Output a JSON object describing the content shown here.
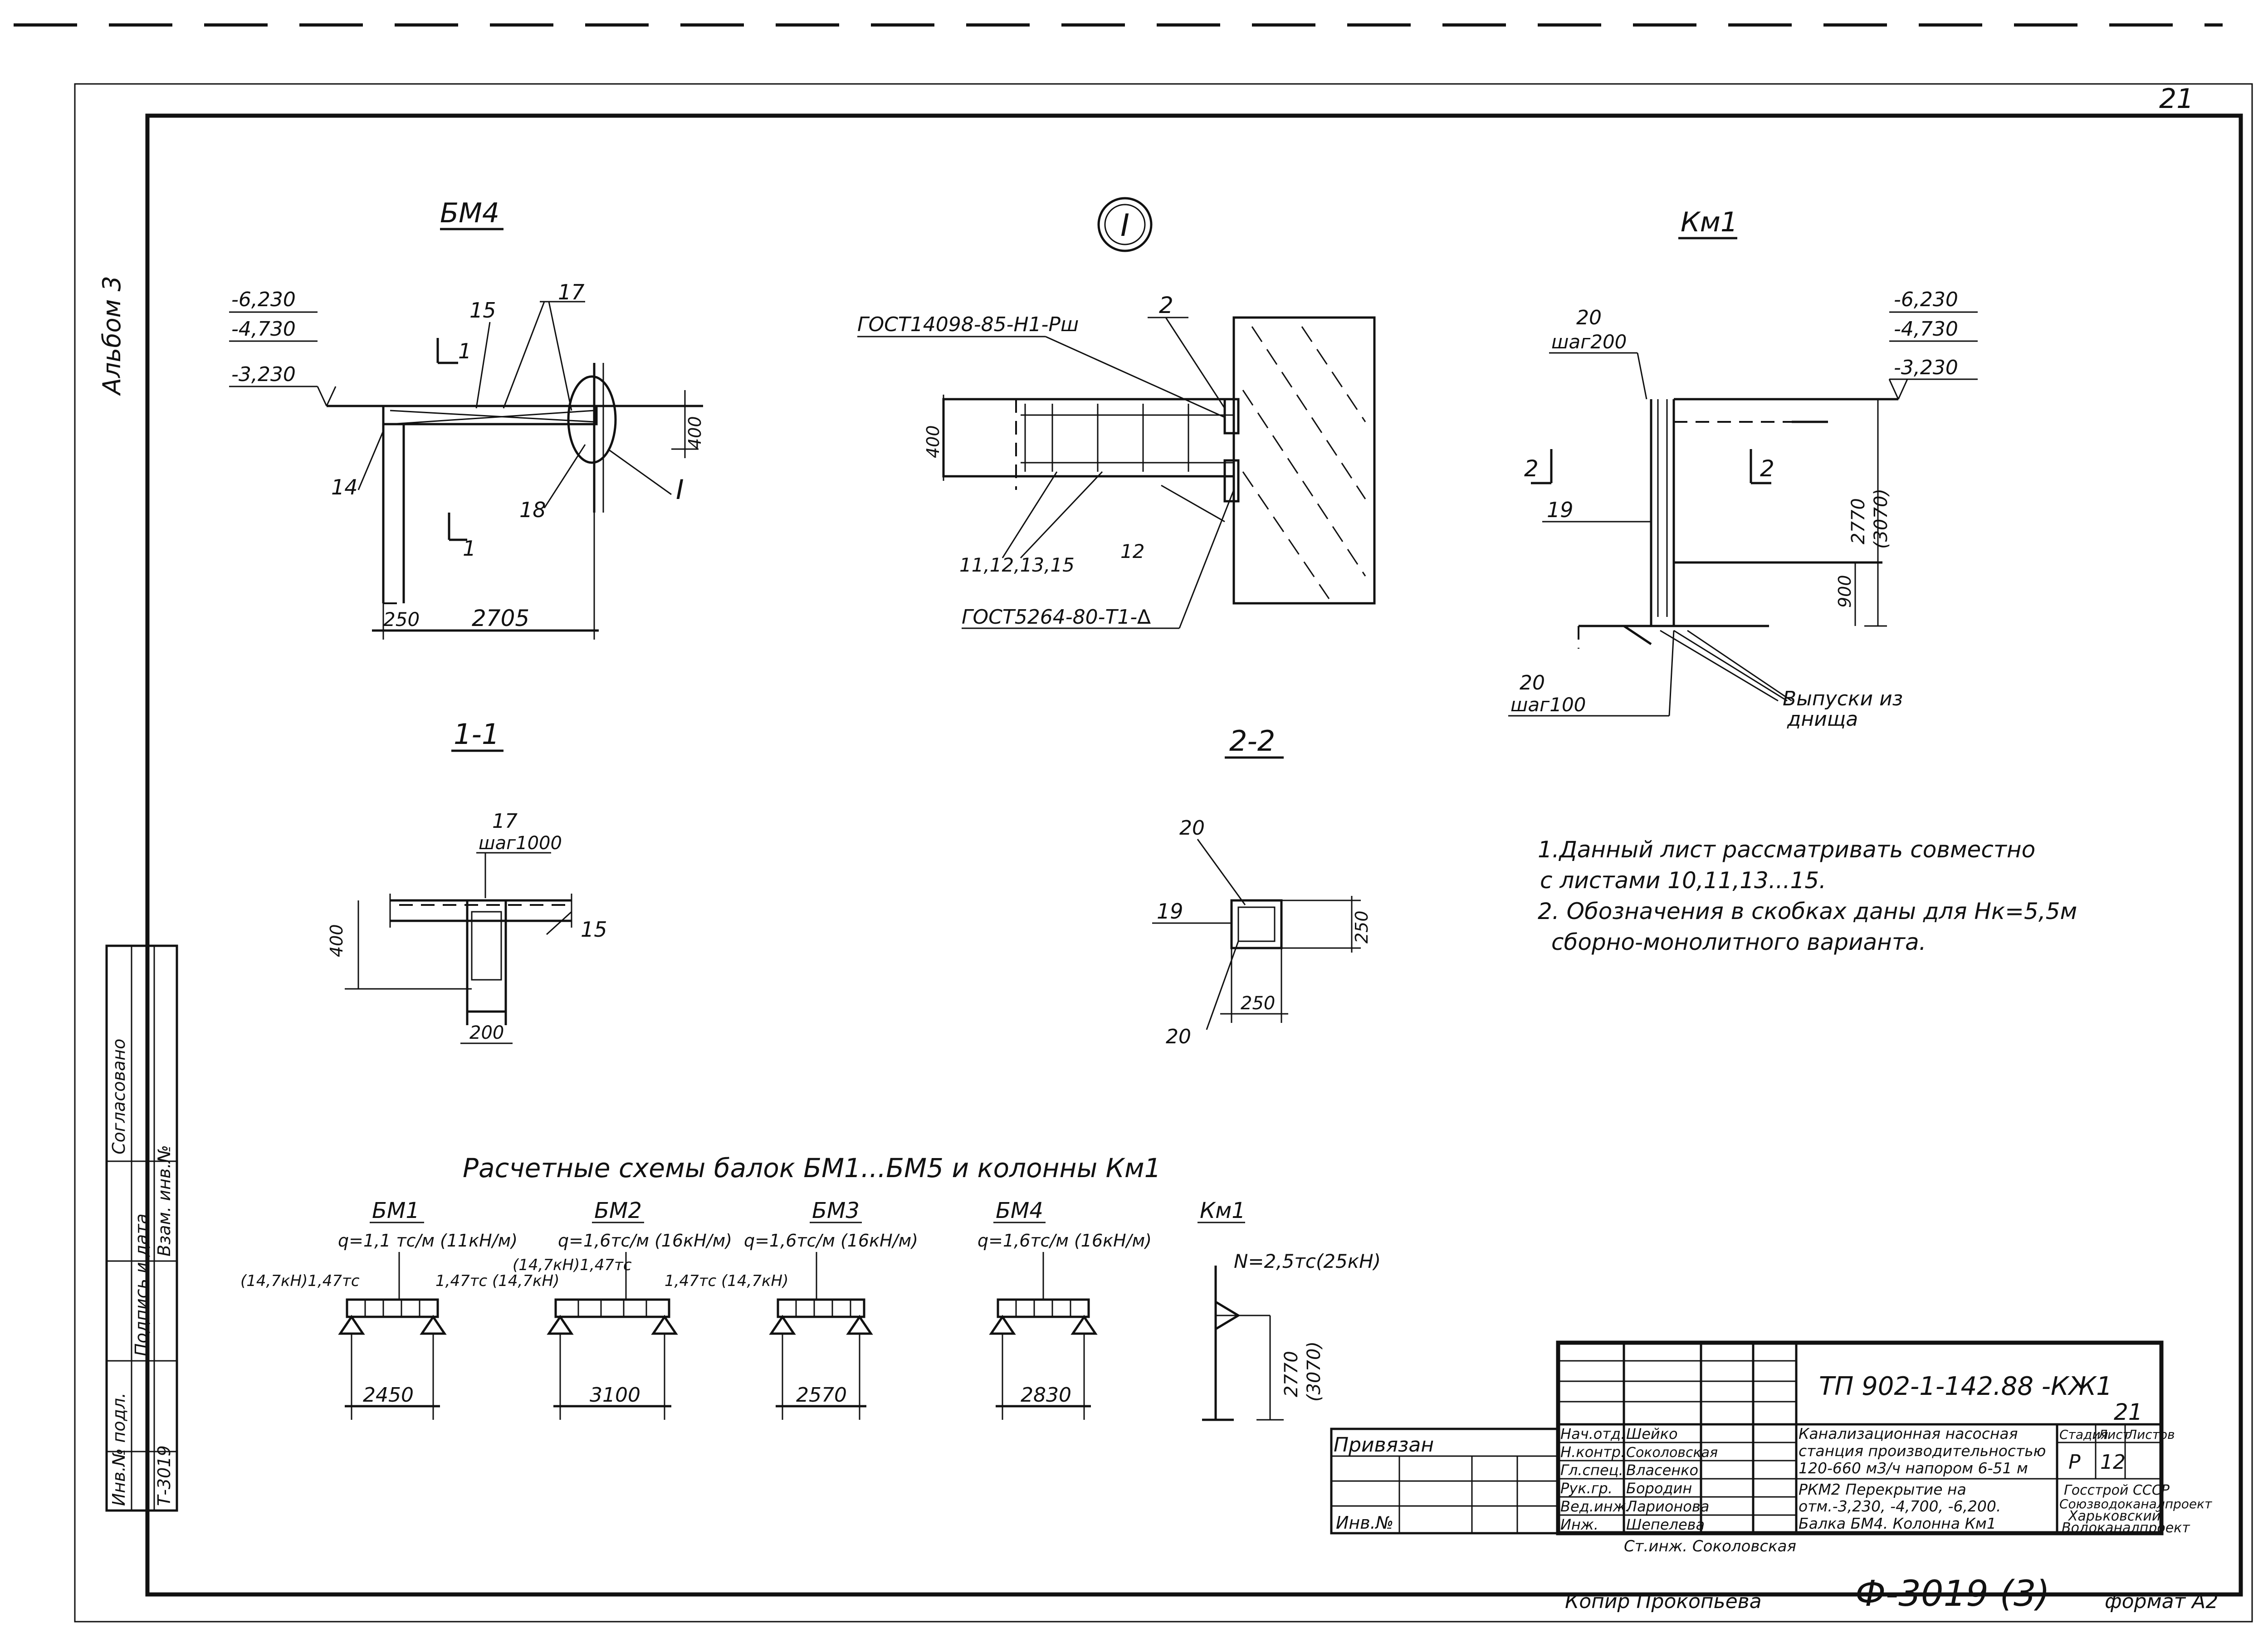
{
  "title_block": {
    "code": "ТП 902-1-142.88 -КЖ1",
    "sheet_mark": "21",
    "privyazan": "Привязан",
    "inv": "Инв.№",
    "roles": [
      "Нач.отд.",
      "Н.контр.",
      "Гл.спец.",
      "Рук.гр.",
      "Вед.инж.",
      "Инж."
    ],
    "names": [
      "Шейко",
      "Соколовская",
      "Власенко",
      "Бородин",
      "Ларионова",
      "Шепелева"
    ],
    "object_line1": "Канализационная насосная",
    "object_line2": "станция производительностью",
    "object_line3": "120-660 м3/ч напором 6-51 м",
    "sheet_title_line1": "РКМ2 Перекрытие на",
    "sheet_title_line2": "отм.-3,230, -4,700, -6,200.",
    "sheet_title_line3": "Балка БМ4. Колонна Км1",
    "stage_header": "Стадия",
    "sheet_header": "Лист",
    "sheets_header": "Листов",
    "stage": "Р",
    "sheet": "12",
    "org_line1": "Госстрой СССР",
    "org_line2": "Союзводоканалпроект",
    "org_line3": "Харьковский",
    "org_line4": "Водоканалпроект",
    "chief_eng": "Ст.инж. Соколовская",
    "copier": "Копир Прокопьева",
    "archive_no": "Ф-3019 (3)",
    "format": "формат А2"
  },
  "side_stamp": {
    "album": "Альбом 3",
    "soglasovano": "Согласовано",
    "inv_podl": "Инв.№ подл.",
    "podpis": "Подпись и дата",
    "vzam": "Взам. инв.№",
    "inv_no": "Т-3019"
  },
  "marker_I": "I",
  "bm4": {
    "title": "БМ4",
    "elev1": "-6,230",
    "elev2": "-4,730",
    "elev3": "-3,230",
    "pos15": "15",
    "pos17": "17",
    "pos14": "14",
    "pos18": "18",
    "sec1": "1",
    "node_I": "I",
    "dim_height": "400",
    "dim_support": "250",
    "dim_span": "2705"
  },
  "node": {
    "gost1": "ГОСТ14098-85-Н1-Рш",
    "gost2": "ГОСТ5264-80-Т1-∆",
    "pos2": "2",
    "pos_group": "11,12,13,15",
    "pos12": "12",
    "dim_height": "400"
  },
  "km1": {
    "title": "Км1",
    "bar_top": "20",
    "step_top": "шаг200",
    "elev1": "-6,230",
    "elev2": "-4,730",
    "elev3": "-3,230",
    "sec2": "2",
    "pos19": "19",
    "dim_height": "2770",
    "dim_height_alt": "(3070)",
    "dim_900": "900",
    "bar_bottom": "20",
    "step_bottom": "шаг100",
    "outlets_line1": "Выпуски из",
    "outlets_line2": "днища"
  },
  "sec11": {
    "title": "1-1",
    "pos17": "17",
    "step": "шаг1000",
    "pos15": "15",
    "dim_height": "400",
    "dim_width": "200"
  },
  "sec22": {
    "title": "2-2",
    "pos20a": "20",
    "pos19": "19",
    "pos20b": "20",
    "dim_h": "250",
    "dim_w": "250"
  },
  "notes": {
    "line1": "1.Данный лист рассматривать совместно",
    "line2": "с листами 10,11,13...15.",
    "line3": "2. Обозначения в скобках даны для Нк=5,5м",
    "line4": "сборно-монолитного варианта."
  },
  "schemes": {
    "title": "Расчетные схемы балок БМ1...БМ5 и колонны Км1",
    "items": [
      {
        "name": "БМ1",
        "load": "q=1,1 тс/м (11кН/м)",
        "left_force": "(14,7кН)1,47тс",
        "right_force": "1,47тс (14,7кН)",
        "span": "2450"
      },
      {
        "name": "БМ2",
        "load": "q=1,6тс/м (16кН/м)",
        "left_force": "(14,7кН)1,47тс",
        "right_force": "1,47тс (14,7кН)",
        "span": "3100"
      },
      {
        "name": "БМ3",
        "load": "q=1,6тс/м (16кН/м)",
        "span": "2570"
      },
      {
        "name": "БМ4",
        "load": "q=1,6тс/м (16кН/м)",
        "span": "2830"
      }
    ],
    "km1_name": "Км1",
    "km1_load": "N=2,5тс(25кН)",
    "km1_height": "2770",
    "km1_height_alt": "(3070)"
  }
}
